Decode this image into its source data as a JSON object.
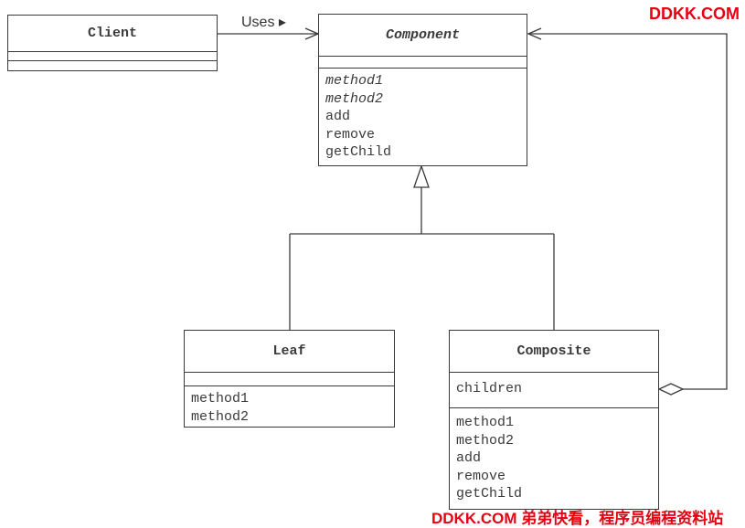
{
  "classes": {
    "client": {
      "name": "Client"
    },
    "component": {
      "name": "Component",
      "operations": [
        {
          "text": "method1",
          "italic": true
        },
        {
          "text": "method2",
          "italic": true
        },
        {
          "text": "add",
          "italic": false
        },
        {
          "text": "remove",
          "italic": false
        },
        {
          "text": "getChild",
          "italic": false
        }
      ]
    },
    "leaf": {
      "name": "Leaf",
      "operations": [
        {
          "text": "method1"
        },
        {
          "text": "method2"
        }
      ]
    },
    "composite": {
      "name": "Composite",
      "attributes": [
        {
          "text": "children"
        }
      ],
      "operations": [
        {
          "text": "method1"
        },
        {
          "text": "method2"
        },
        {
          "text": "add"
        },
        {
          "text": "remove"
        },
        {
          "text": "getChild"
        }
      ]
    }
  },
  "relations": {
    "uses_label": "Uses ▸"
  },
  "watermarks": {
    "top_right": "DDKK.COM",
    "bottom": "DDKK.COM 弟弟快看，程序员编程资料站"
  },
  "colors": {
    "line": "#3a3a3a",
    "watermark": "#e60012"
  }
}
